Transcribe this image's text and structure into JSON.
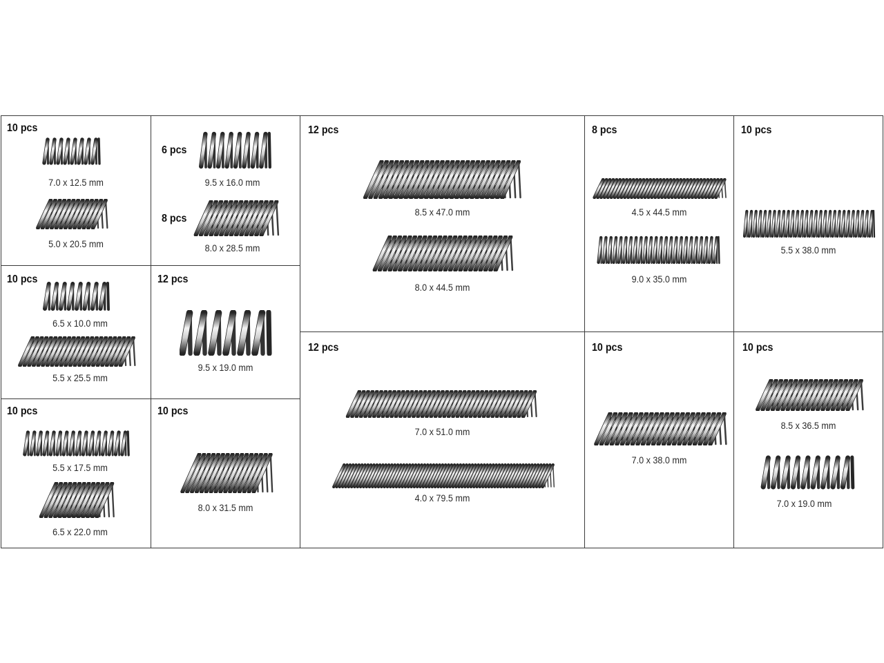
{
  "colors": {
    "border": "#3a3a3a",
    "text": "#222222",
    "steel_dark": "#262626",
    "steel_light": "#f4f4f4"
  },
  "icons": {
    "spring": "compression-spring-icon"
  },
  "cells": [
    {
      "id": "c1",
      "qty": "10 pcs",
      "items": [
        {
          "size": "7.0 x 12.5 mm",
          "style": "open",
          "turns": 8
        },
        {
          "qty": "",
          "size": "5.0 x 20.5 mm",
          "style": "tight",
          "turns": 12
        }
      ]
    },
    {
      "id": "c2",
      "items": [
        {
          "qty": "6 pcs",
          "size": "9.5 x 16.0 mm",
          "style": "open",
          "turns": 8
        },
        {
          "qty": "8 pcs",
          "size": "8.0 x 28.5 mm",
          "style": "tight",
          "turns": 13
        }
      ]
    },
    {
      "id": "c3",
      "qty": "12 pcs",
      "items": [
        {
          "size": "8.5 x 47.0 mm",
          "style": "tight",
          "turns": 27
        },
        {
          "size": "8.0 x 44.5 mm",
          "style": "tight",
          "turns": 24
        }
      ]
    },
    {
      "id": "c4",
      "qty": "8 pcs",
      "items": [
        {
          "size": "4.5 x 44.5 mm",
          "style": "tight",
          "turns": 36
        },
        {
          "size": "9.0 x 35.0 mm",
          "style": "open",
          "turns": 24
        }
      ]
    },
    {
      "id": "c5",
      "qty": "10 pcs",
      "items": [
        {
          "size": "5.5 x 38.0 mm",
          "style": "open",
          "turns": 28
        }
      ]
    },
    {
      "id": "c6",
      "qty": "10 pcs",
      "items": [
        {
          "size": "6.5 x 10.0 mm",
          "style": "open",
          "turns": 8
        },
        {
          "size": "5.5 x 25.5 mm",
          "style": "tight",
          "turns": 22
        }
      ]
    },
    {
      "id": "c7",
      "qty": "12 pcs",
      "items": [
        {
          "size": "9.5 x 19.0 mm",
          "style": "open",
          "turns": 6
        }
      ]
    },
    {
      "id": "c8",
      "qty": "12 pcs",
      "items": [
        {
          "size": "7.0 x 51.0 mm",
          "style": "tight",
          "turns": 40
        },
        {
          "size": "4.0 x 79.5 mm",
          "style": "tight",
          "turns": 70
        }
      ]
    },
    {
      "id": "c9",
      "qty": "10 pcs",
      "items": [
        {
          "size": "7.0 x 38.0 mm",
          "style": "tight",
          "turns": 22
        }
      ]
    },
    {
      "id": "c10",
      "qty": "10 pcs",
      "items": [
        {
          "size": "8.5 x 36.5 mm",
          "style": "tight",
          "turns": 18
        },
        {
          "size": "7.0 x 19.0 mm",
          "style": "open",
          "turns": 9
        }
      ]
    },
    {
      "id": "c11",
      "qty": "10 pcs",
      "items": [
        {
          "size": "5.5 x 17.5 mm",
          "style": "open",
          "turns": 16
        },
        {
          "size": "6.5 x 22.0 mm",
          "style": "tight",
          "turns": 12
        }
      ]
    },
    {
      "id": "c12",
      "qty": "10 pcs",
      "items": [
        {
          "size": "8.0 x 31.5 mm",
          "style": "tight",
          "turns": 15
        }
      ]
    }
  ]
}
